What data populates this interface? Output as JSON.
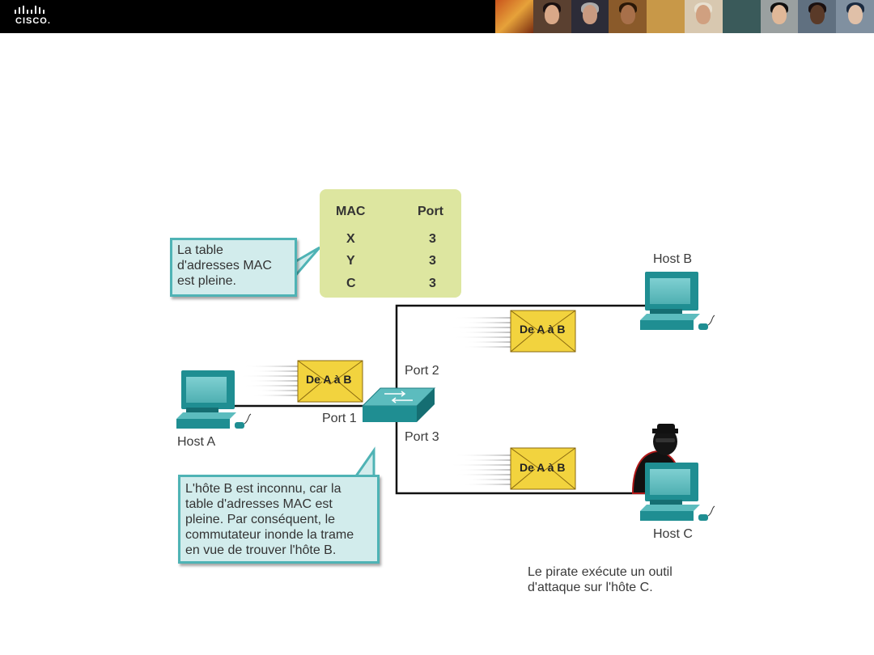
{
  "logo": {
    "text": "CISCO."
  },
  "mac_table": {
    "headers": [
      "MAC",
      "Port"
    ],
    "rows": [
      {
        "mac": "X",
        "port": "3"
      },
      {
        "mac": "Y",
        "port": "3"
      },
      {
        "mac": "C",
        "port": "3"
      }
    ]
  },
  "callouts": {
    "table_full": [
      "La table",
      "d'adresses MAC",
      "est pleine."
    ],
    "flood": [
      "L'hôte B est inconnu, car la",
      "table d'adresses MAC est",
      "pleine. Par conséquent, le",
      "commutateur inonde la trame",
      "en vue de trouver l'hôte B."
    ]
  },
  "hosts": {
    "a": "Host A",
    "b": "Host B",
    "c": "Host C"
  },
  "ports": {
    "p1": "Port 1",
    "p2": "Port 2",
    "p3": "Port 3"
  },
  "frames": {
    "a_to_switch": "De A à B",
    "to_b": "De A à B",
    "to_c": "De A à B"
  },
  "attacker_note": [
    "Le pirate exécute un outil",
    "d'attaque sur l'hôte C."
  ],
  "colors": {
    "teal": "#1f8e92",
    "callout_bg": "#d2ecec",
    "callout_border": "#4fb3b5",
    "table_bg": "#dde6a0",
    "envelope": "#f2d33e"
  }
}
